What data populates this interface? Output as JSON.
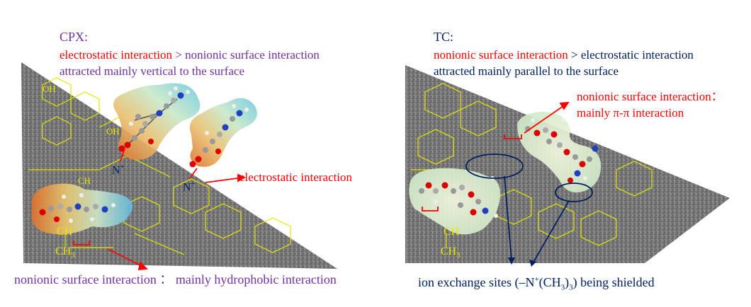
{
  "left_panel": {
    "title": "CPX:",
    "line1_part1": "electrostatic interaction",
    "line1_sep": " > ",
    "line1_part2": "nonionic surface interaction",
    "line2": "attracted mainly vertical to the surface",
    "label_electrostatic": "electrostatic interaction",
    "label_nonionic": "nonionic surface interaction ： mainly hydrophobic interaction",
    "ion_label_1": "N",
    "ion_label_2": "N",
    "ion_charge": "+",
    "struct_ch": "CH",
    "struct_ch3": "CH",
    "struct_sub3": "3"
  },
  "right_panel": {
    "title": "TC:",
    "line1_part1": "nonionic surface interaction",
    "line1_sep": " > ",
    "line1_part2": "electrostatic interaction",
    "line2": "attracted mainly parallel to the surface",
    "label_pi_1": "nonionic surface interaction：",
    "label_pi_2": "mainly π-π interaction",
    "label_ion_exchange_pre": "ion exchange sites (",
    "label_ion_exchange_group": "–N",
    "label_ion_exchange_plus": "+",
    "label_ion_exchange_mid": "(CH",
    "label_ion_exchange_sub3a": "3",
    "label_ion_exchange_close": ")",
    "label_ion_exchange_sub3b": "3",
    "label_ion_exchange_post": ") being shielded",
    "struct_ch": "CH",
    "struct_ch3": "CH",
    "struct_sub3": "3"
  },
  "colors": {
    "purple": "#7030a0",
    "red": "#ff0000",
    "navy": "#002060",
    "surface": "#6e6e6e",
    "structure_yellow": "#e6e600"
  }
}
